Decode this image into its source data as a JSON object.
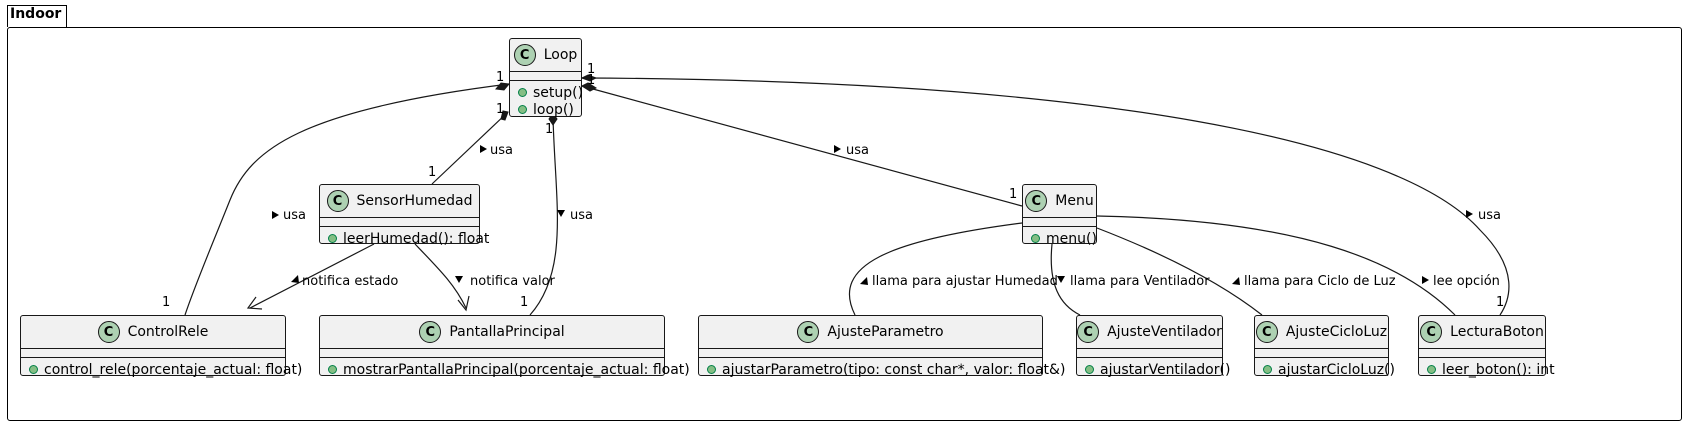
{
  "package": {
    "name": "Indoor"
  },
  "classes": {
    "loop": {
      "name": "Loop",
      "icon": "C",
      "members": [
        "setup()",
        "loop()"
      ]
    },
    "sensor": {
      "name": "SensorHumedad",
      "icon": "C",
      "members": [
        "leerHumedad(): float"
      ]
    },
    "menu": {
      "name": "Menu",
      "icon": "C",
      "members": [
        "menu()"
      ]
    },
    "control": {
      "name": "ControlRele",
      "icon": "C",
      "members": [
        "control_rele(porcentaje_actual: float)"
      ]
    },
    "pantalla": {
      "name": "PantallaPrincipal",
      "icon": "C",
      "members": [
        "mostrarPantallaPrincipal(porcentaje_actual: float)"
      ]
    },
    "ajusteParam": {
      "name": "AjusteParametro",
      "icon": "C",
      "members": [
        "ajustarParametro(tipo: const char*, valor: float&)"
      ]
    },
    "ajusteVent": {
      "name": "AjusteVentilador",
      "icon": "C",
      "members": [
        "ajustarVentilador()"
      ]
    },
    "ajusteCiclo": {
      "name": "AjusteCicloLuz",
      "icon": "C",
      "members": [
        "ajustarCicloLuz()"
      ]
    },
    "lectura": {
      "name": "LecturaBoton",
      "icon": "C",
      "members": [
        "leer_boton(): int"
      ]
    }
  },
  "relations": {
    "loop_control": {
      "label": "usa",
      "src_mult": "1",
      "dst_mult": "1"
    },
    "loop_sensor": {
      "label": "usa",
      "src_mult": "1",
      "dst_mult": "1"
    },
    "loop_pantalla": {
      "label": "usa",
      "src_mult": "1",
      "dst_mult": "1"
    },
    "loop_menu": {
      "label": "usa",
      "src_mult": "1",
      "dst_mult": "1"
    },
    "loop_lectura": {
      "label": "usa",
      "src_mult": "1",
      "dst_mult": "1"
    },
    "sensor_control": {
      "label": "notifica estado"
    },
    "sensor_pantalla": {
      "label": "notifica valor"
    },
    "menu_param": {
      "label": "llama para ajustar Humedad"
    },
    "menu_vent": {
      "label": "llama para Ventilador"
    },
    "menu_ciclo": {
      "label": "llama para Ciclo de Luz"
    },
    "menu_lectura": {
      "label": "lee opción"
    }
  },
  "colors": {
    "class_fill": "#f1f1f1",
    "class_icon": "#add1b2",
    "border": "#181818",
    "public_marker": "#84be84"
  }
}
